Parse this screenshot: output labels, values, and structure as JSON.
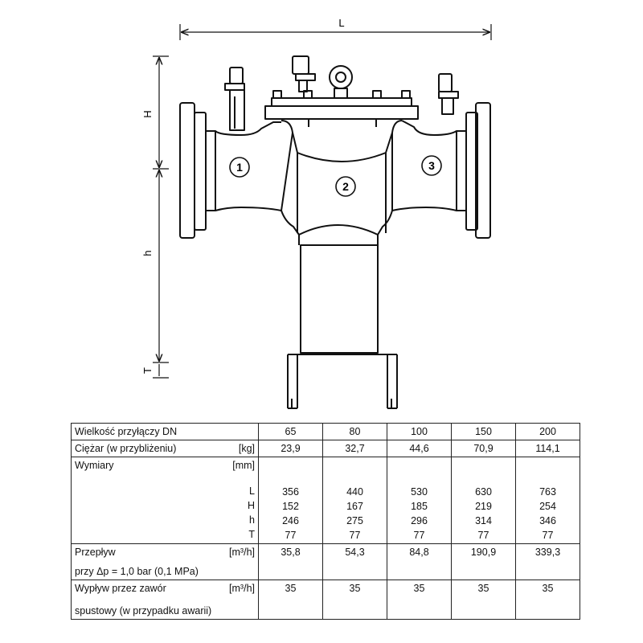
{
  "drawing": {
    "dim_L": "L",
    "dim_H": "H",
    "dim_h": "h",
    "dim_T": "T",
    "chamber_1": "1",
    "chamber_2": "2",
    "chamber_3": "3"
  },
  "table": {
    "size_label": "Wielkość przyłączy   DN",
    "sizes": [
      "65",
      "80",
      "100",
      "150",
      "200"
    ],
    "weight_label": "Ciężar (w przybliżeniu)",
    "weight_unit": "[kg]",
    "weights": [
      "23,9",
      "32,7",
      "44,6",
      "70,9",
      "114,1"
    ],
    "dims_label": "Wymiary",
    "dims_unit": "[mm]",
    "dim_keys": [
      "L",
      "H",
      "h",
      "T"
    ],
    "dim_values": [
      [
        "356",
        "152",
        "246",
        "77"
      ],
      [
        "440",
        "167",
        "275",
        "77"
      ],
      [
        "530",
        "185",
        "296",
        "77"
      ],
      [
        "630",
        "219",
        "314",
        "77"
      ],
      [
        "763",
        "254",
        "346",
        "77"
      ]
    ],
    "flow_label": "Przepływ",
    "flow_unit": "[m³/h]",
    "flow_sub": "przy Δp = 1,0 bar (0,1 MPa)",
    "flows": [
      "35,8",
      "54,3",
      "84,8",
      "190,9",
      "339,3"
    ],
    "drain_label": "Wypływ przez zawór",
    "drain_unit": "[m³/h]",
    "drain_sub": "spustowy (w przypadku awarii)",
    "drains": [
      "35",
      "35",
      "35",
      "35",
      "35"
    ]
  }
}
